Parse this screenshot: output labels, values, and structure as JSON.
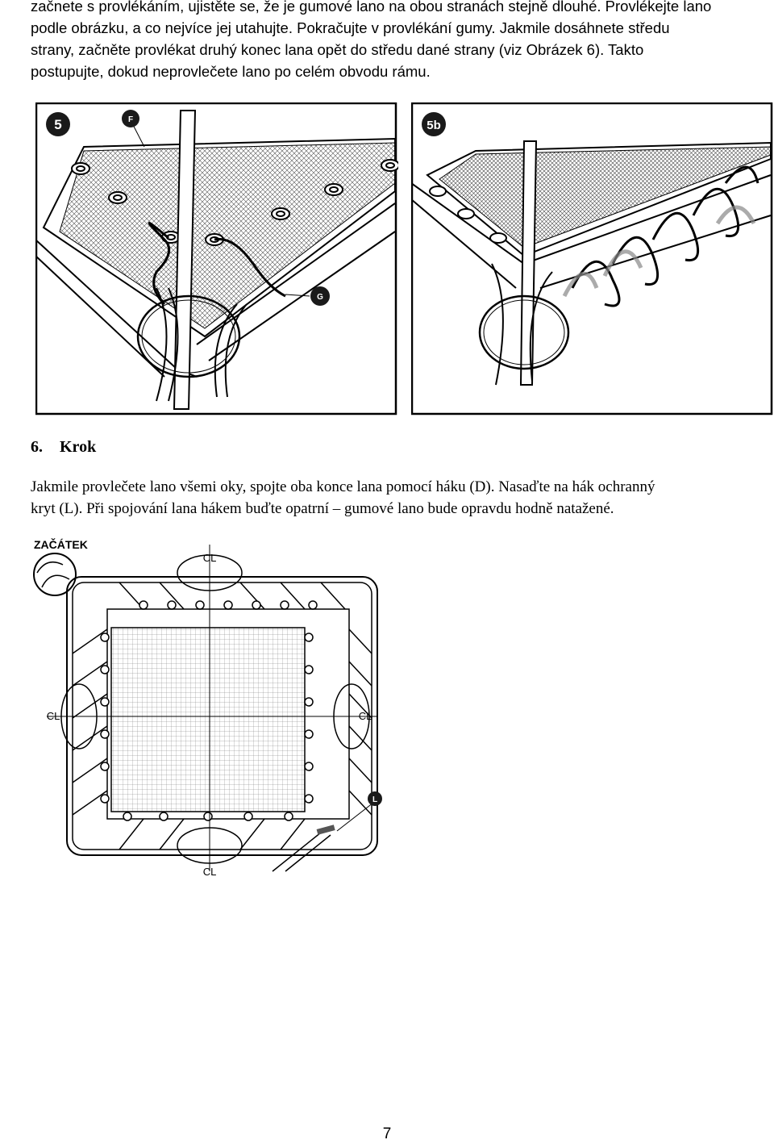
{
  "intro": {
    "lines": [
      "začnete s provlékáním, ujistěte se, že je gumové lano na obou stranách stejně dlouhé. Provlékejte lano",
      "podle obrázku, a co nejvíce jej utahujte. Pokračujte v provlékání gumy. Jakmile dosáhnete středu",
      "strany, začněte provlékat druhý konec lana opět do středu dané strany (viz Obrázek 6). Takto",
      "postupujte, dokud neprovlečete lano po celém obvodu rámu."
    ]
  },
  "figure5": {
    "badge": "5",
    "label_f": "F",
    "label_g": "G"
  },
  "figure5b": {
    "badge": "5b"
  },
  "step6": {
    "number": "6.",
    "title": "Krok",
    "lines": [
      "Jakmile provlečete lano všemi oky, spojte oba konce lana pomocí háku (D). Nasaďte na hák ochranný",
      "kryt (L). Při spojování lana hákem buďte opatrní – gumové lano bude opravdu hodně natažené."
    ]
  },
  "figure6": {
    "start_label": "ZAČÁTEK",
    "centerline": "CL",
    "label_l": "L"
  },
  "page_number": "7"
}
